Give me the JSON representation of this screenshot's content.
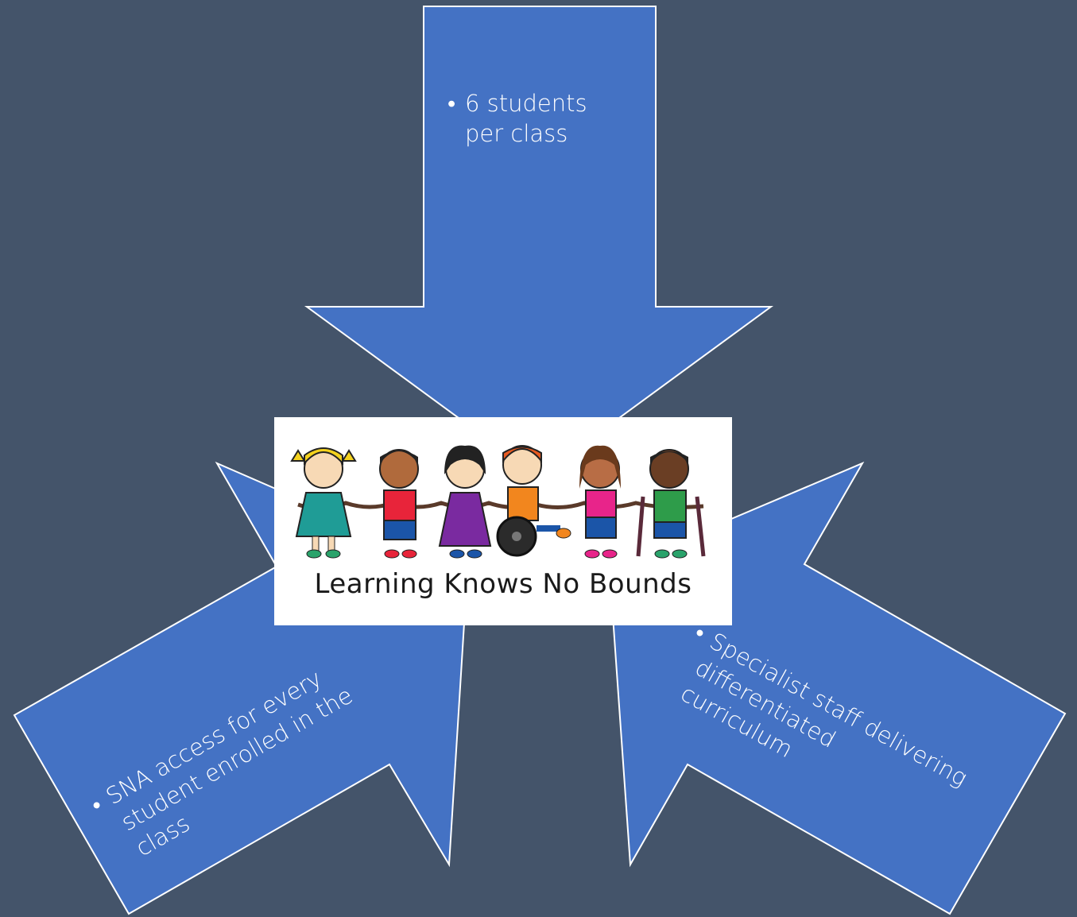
{
  "diagram": {
    "arrows": [
      {
        "id": "top",
        "bullet": "•",
        "text": "6 students per class",
        "lines": [
          "6 students",
          "per class"
        ]
      },
      {
        "id": "left",
        "bullet": "•",
        "lines": [
          "SNA access for every",
          "student enrolled in the",
          "class"
        ]
      },
      {
        "id": "right",
        "bullet": "•",
        "lines": [
          "Specialist staff delivering",
          "differentiated",
          "curriculum"
        ]
      }
    ],
    "logo": {
      "caption": "Learning Knows No Bounds",
      "figures": [
        "girl-teal-dress",
        "boy-red-shirt",
        "girl-purple-dress",
        "boy-wheelchair-orange",
        "girl-pink-shirt",
        "boy-crutches-green"
      ]
    },
    "colors": {
      "background": "#44546a",
      "arrow_fill": "#4472c4",
      "arrow_stroke": "#ffffff",
      "text": "#ffffff"
    }
  }
}
